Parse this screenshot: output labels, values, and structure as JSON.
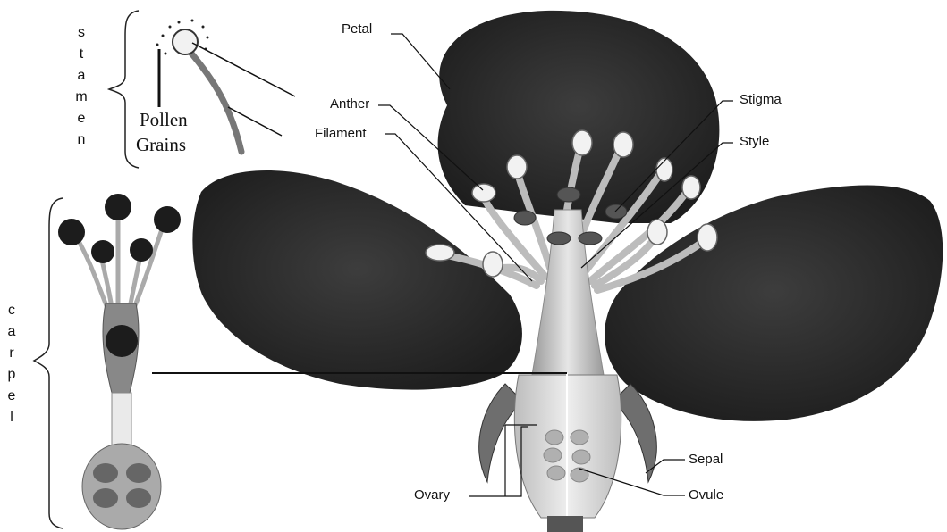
{
  "labels": {
    "petal": "Petal",
    "anther": "Anther",
    "filament": "Filament",
    "stigma": "Stigma",
    "style": "Style",
    "sepal": "Sepal",
    "ovary": "Ovary",
    "ovule": "Ovule",
    "pollen_line1": "Pollen",
    "pollen_line2": "Grains"
  },
  "vertical_labels": {
    "stamen": [
      "s",
      "t",
      "a",
      "m",
      "e",
      "n"
    ],
    "carpel": [
      "c",
      "a",
      "r",
      "p",
      "e",
      "l"
    ]
  },
  "colors": {
    "petal": "#2a2a2a",
    "petal_highlight": "#4a4a4a",
    "stamen_head": "#f4f4f4",
    "stalk": "#b8b8b8",
    "line": "#111111"
  }
}
